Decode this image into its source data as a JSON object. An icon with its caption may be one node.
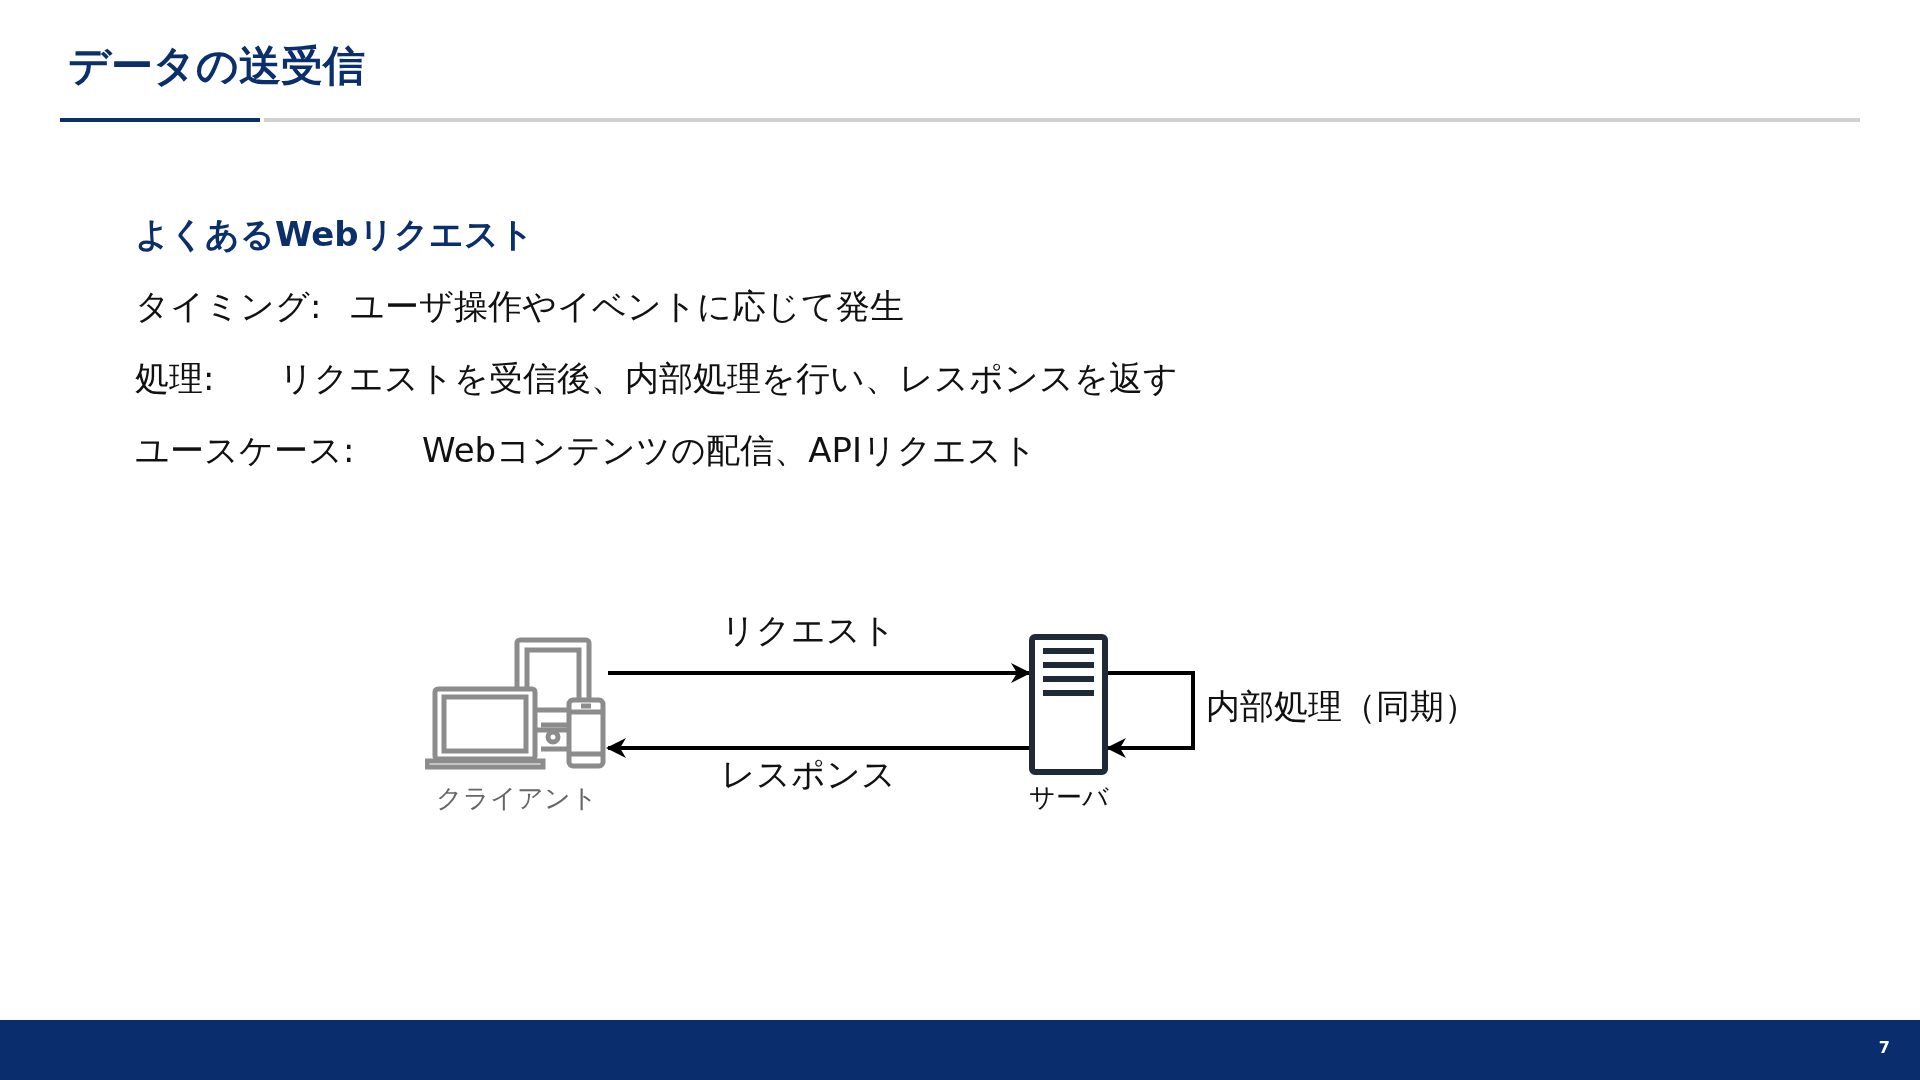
{
  "diagram": {
    "title": "データの送受信",
    "nodes": [
      {
        "text": [
          "クライアント"
        ]
      },
      {
        "text": [
          "サーバ"
        ]
      }
    ],
    "edges": [
      {
        "from": 0,
        "to": 1,
        "arrow": "to",
        "label": "リクエスト"
      },
      {
        "from": 1,
        "to": 0,
        "arrow": "to",
        "label": "レスポンス"
      },
      {
        "from": 1,
        "to": 1,
        "arrow": "to",
        "label": "内部処理（同期）"
      }
    ],
    "labels": [
      "よくあるWebリクエスト",
      "タイミング:",
      "ユーザ操作やイベントに応じて発生",
      "処理:",
      "リクエストを受信後、内部処理を行い、レスポンスを返す",
      "ユースケース:",
      "Webコンテンツの配信、APIリクエスト",
      "7"
    ]
  }
}
